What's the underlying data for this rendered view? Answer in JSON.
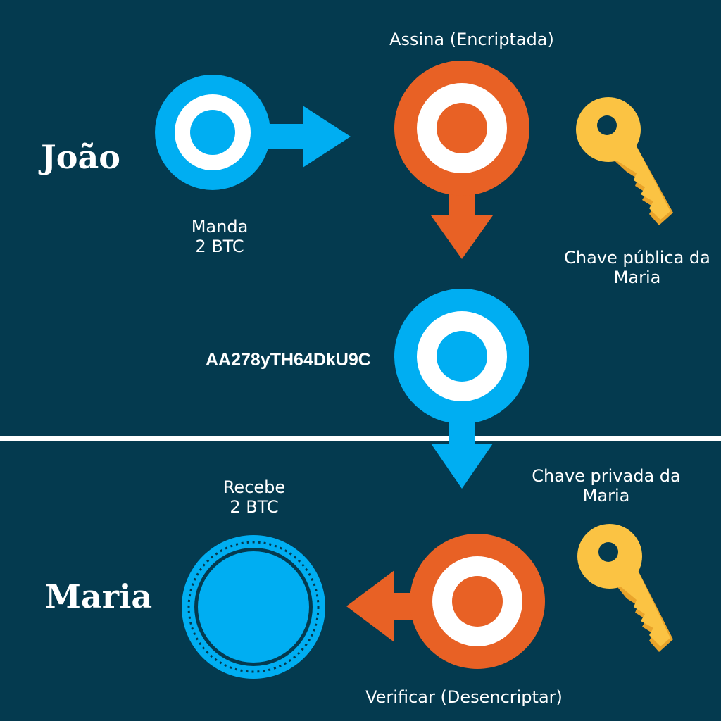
{
  "colors": {
    "background": "#043a4f",
    "blue": "#00aef2",
    "orange": "#e86125",
    "key_yellow": "#fbc343",
    "key_shadow": "#e9a42b",
    "white": "#ffffff"
  },
  "sender": {
    "name": "João"
  },
  "receiver": {
    "name": "Maria"
  },
  "steps": {
    "send": {
      "line1": "Manda",
      "line2": "2 BTC"
    },
    "sign": {
      "label": "Assina (Encriptada)"
    },
    "hash": {
      "label": "AA278yTH64DkU9C"
    },
    "receive": {
      "line1": "Recebe",
      "line2": "2 BTC"
    },
    "verify": {
      "label": "Verificar (Desencriptar)"
    }
  },
  "keys": {
    "public": {
      "line1": "Chave pública da",
      "line2": "Maria",
      "icon": "key-icon"
    },
    "private": {
      "line1": "Chave privada da",
      "line2": "Maria",
      "icon": "key-icon"
    }
  }
}
